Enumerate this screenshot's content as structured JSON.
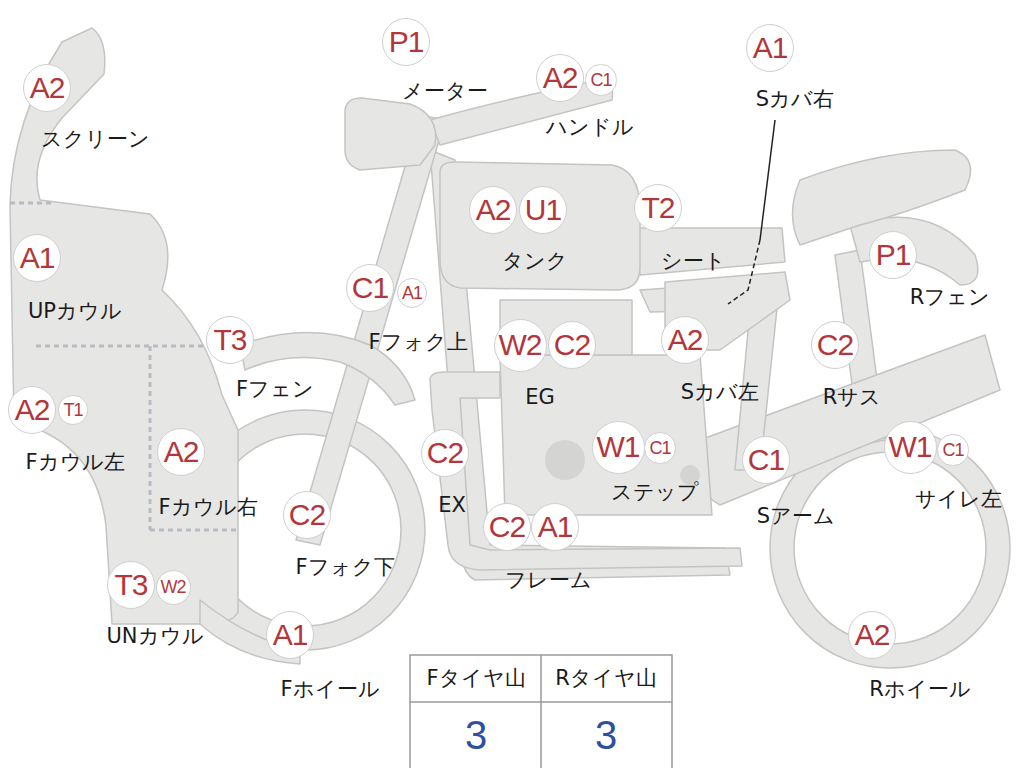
{
  "diagram": {
    "nodes": [
      {
        "text": [
          "P1"
        ]
      },
      {
        "text": [
          "A2"
        ]
      },
      {
        "text": [
          "A2"
        ]
      },
      {
        "text": [
          "C1"
        ]
      },
      {
        "text": [
          "A1"
        ]
      },
      {
        "text": [
          "A2"
        ]
      },
      {
        "text": [
          "U1"
        ]
      },
      {
        "text": [
          "T2"
        ]
      },
      {
        "text": [
          "A1"
        ]
      },
      {
        "text": [
          "P1"
        ]
      },
      {
        "text": [
          "C1"
        ]
      },
      {
        "text": [
          "A1"
        ]
      },
      {
        "text": [
          "T3"
        ]
      },
      {
        "text": [
          "W2"
        ]
      },
      {
        "text": [
          "C2"
        ]
      },
      {
        "text": [
          "A2"
        ]
      },
      {
        "text": [
          "C2"
        ]
      },
      {
        "text": [
          "A2"
        ]
      },
      {
        "text": [
          "T1"
        ]
      },
      {
        "text": [
          "A2"
        ]
      },
      {
        "text": [
          "C2"
        ]
      },
      {
        "text": [
          "W1"
        ]
      },
      {
        "text": [
          "C1"
        ]
      },
      {
        "text": [
          "C1"
        ]
      },
      {
        "text": [
          "W1"
        ]
      },
      {
        "text": [
          "C1"
        ]
      },
      {
        "text": [
          "C2"
        ]
      },
      {
        "text": [
          "C2"
        ]
      },
      {
        "text": [
          "A1"
        ]
      },
      {
        "text": [
          "T3"
        ]
      },
      {
        "text": [
          "W2"
        ]
      },
      {
        "text": [
          "A1"
        ]
      },
      {
        "text": [
          "A2"
        ]
      }
    ],
    "labels": [
      "メーター",
      "スクリーン",
      "ハンドル",
      "Sカバ右",
      "タンク",
      "シート",
      "UPカウル",
      "Rフェン",
      "Fフォク上",
      "Fフェン",
      "EG",
      "Sカバ左",
      "Rサス",
      "Fカウル左",
      "Fカウル右",
      "EX",
      "ステップ",
      "Sアーム",
      "サイレ左",
      "Fフォク下",
      "フレーム",
      "UNカウル",
      "Fホイール",
      "Rホイール",
      "Fタイヤ山",
      "Rタイヤ山",
      "3",
      "3"
    ]
  }
}
